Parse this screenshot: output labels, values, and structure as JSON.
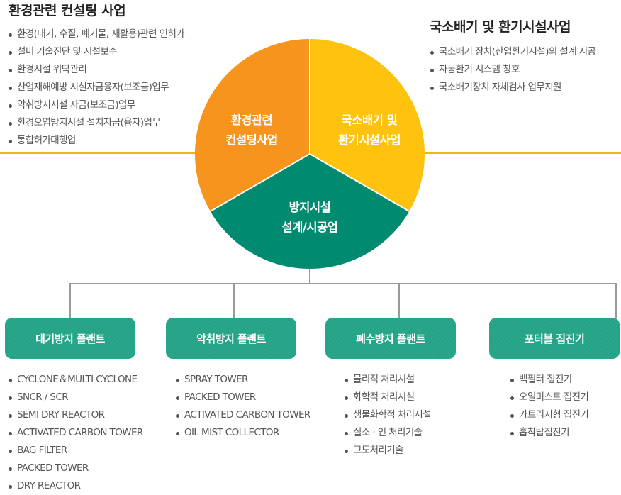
{
  "left": {
    "title": "환경관련 컨설팅 사업",
    "items": [
      "환경(대기, 수질, 폐기물, 재활용)관련 인허가",
      "설비 기술진단 및 시설보수",
      "환경시설 위탁관리",
      "산업재해예방 시설자금융자(보조금)업무",
      "악취방지시설 자금(보조금)업무",
      "환경오염방지시설 설치자금(융자)업무",
      "통합허가대행업"
    ]
  },
  "right": {
    "title": "국소배기 및 환기시설사업",
    "items": [
      "국소배기 장치(산업환기시설)의 설계 시공",
      "자동환기 시스템 창호",
      "국소배기장치 자체검사 업무지원"
    ]
  },
  "pie": {
    "segments": [
      {
        "line1": "환경관련",
        "line2": "컨설팅사업",
        "color": "#f7941d"
      },
      {
        "line1": "국소배기 및",
        "line2": "환기시설사업",
        "color": "#ffc20e"
      },
      {
        "line1": "방지시설",
        "line2": "설계/시공업",
        "color": "#008a6f"
      }
    ]
  },
  "boxes": [
    {
      "label": "대기방지 플랜트",
      "items": [
        "CYCLONE＆MULTI CYCLONE",
        "SNCR / SCR",
        "SEMI DRY REACTOR",
        "ACTIVATED CARBON TOWER",
        "BAG FILTER",
        "PACKED TOWER",
        "DRY REACTOR"
      ]
    },
    {
      "label": "악취방지 플랜트",
      "items": [
        "SPRAY TOWER",
        "PACKED TOWER",
        "ACTIVATED CARBON TOWER",
        "OIL MIST COLLECTOR"
      ]
    },
    {
      "label": "폐수방지 플랜트",
      "items": [
        "물리적 처리시설",
        "화학적 처리시설",
        "생물화학적 처리시설",
        "질소  · 인 처리기술",
        "고도처리기술"
      ]
    },
    {
      "label": "포터블 집진기",
      "items": [
        "백필터 집진기",
        "오일미스트 집진기",
        "카트리지형 집진기",
        "흡착탑집진기"
      ]
    }
  ],
  "colors": {
    "accent_line": "#f2b41e",
    "connector": "#9a9a9a",
    "box": "#24a285"
  }
}
